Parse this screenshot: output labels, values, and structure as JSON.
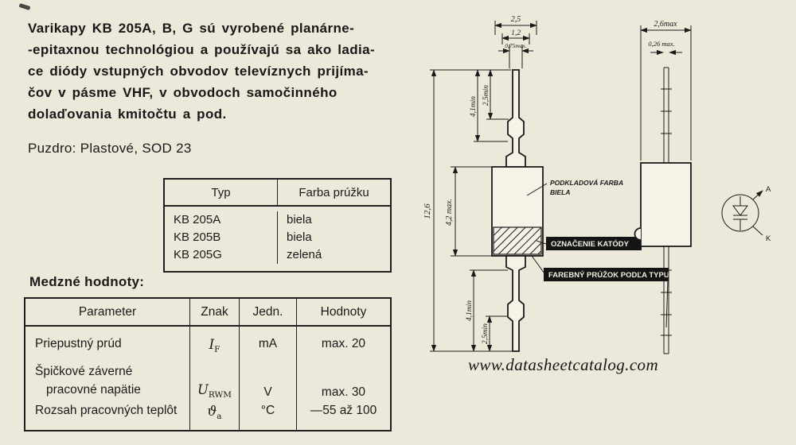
{
  "page": {
    "watermark": "www.datasheetcatalog.com"
  },
  "intro": {
    "lines": [
      "Varikapy KB 205A, B, G sú vyrobené planárne-",
      "-epitaxnou technológiou a používajú sa ako ladia-",
      "ce diódy vstupných obvodov televíznych prijíma-",
      "čov v pásme VHF, v obvodoch samočinného",
      "dolaďovania kmitočtu a pod."
    ],
    "package": "Puzdro: Plastové, SOD 23"
  },
  "type_table": {
    "col_typ": "Typ",
    "col_farba": "Farba prúžku",
    "rows": [
      {
        "typ": "KB 205A",
        "farba": "biela"
      },
      {
        "typ": "KB 205B",
        "farba": "biela"
      },
      {
        "typ": "KB 205G",
        "farba": "zelená"
      }
    ]
  },
  "limits": {
    "heading": "Medzné hodnoty:",
    "col_parameter": "Parameter",
    "col_znak": "Znak",
    "col_jedn": "Jedn.",
    "col_hodnoty": "Hodnoty",
    "rows": [
      {
        "param": "Priepustný prúd",
        "sym": "I",
        "sub": "F",
        "unit": "mA",
        "value": "max. 20"
      },
      {
        "param1": "Špičkové záverné",
        "param2": "pracovné napätie",
        "sym": "U",
        "sub": "RWM",
        "unit": "V",
        "value": "max. 30"
      },
      {
        "param": "Rozsah pracovných teplôt",
        "sym": "ϑ",
        "sub": "a",
        "unit": "°C",
        "value": "—55 až 100"
      }
    ]
  },
  "drawing": {
    "front": {
      "dim_width_outer": "2,5",
      "dim_width_inner": "1,2",
      "dim_lead_width": "0,75max.",
      "dim_lead_top": "4,1min",
      "dim_crimp_top": "2,5min",
      "dim_body": "4,2 max.",
      "dim_overall": "12,6",
      "dim_lead_bottom": "4,1min",
      "dim_crimp_bottom": "2,5min"
    },
    "side": {
      "dim_width": "2,6max",
      "dim_lead": "0,26 max."
    },
    "callouts": {
      "base_color_line1": "PODKLADOVÁ FARBA",
      "base_color_line2": "BIELA",
      "cathode_mark": "OZNAČENIE KATÓDY",
      "color_stripe": "FAREBNÝ PRÚŽOK PODĽA TYPU"
    },
    "symbol": {
      "anode": "A",
      "cathode": "K"
    }
  }
}
